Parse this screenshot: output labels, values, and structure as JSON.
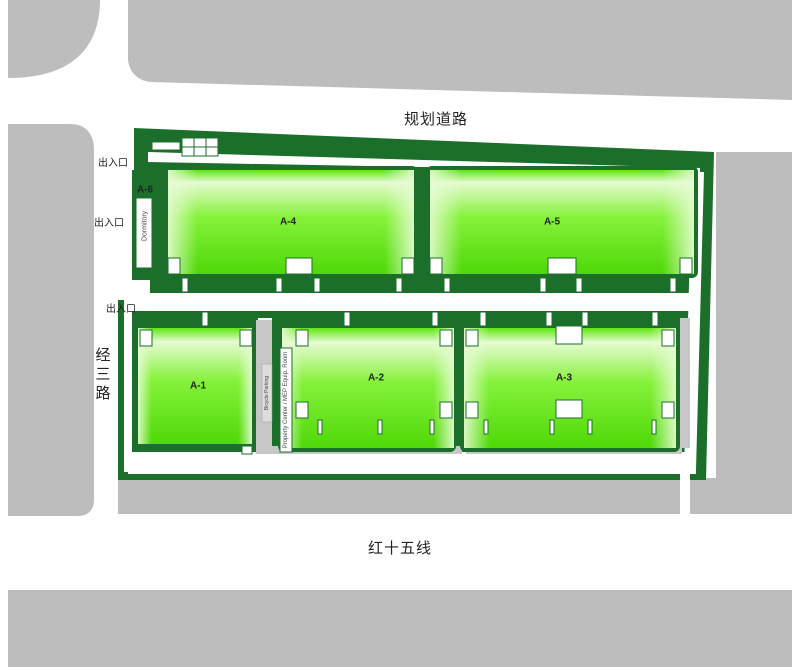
{
  "roads": {
    "north": "规划道路",
    "south": "红十五线",
    "west": "经三路"
  },
  "gates": [
    {
      "id": "gate-north",
      "label": "出入口"
    },
    {
      "id": "gate-middle",
      "label": "出入口"
    },
    {
      "id": "gate-south",
      "label": "出入口"
    }
  ],
  "buildings": {
    "a1": {
      "label": "A-1"
    },
    "a2": {
      "label": "A-2"
    },
    "a3": {
      "label": "A-3"
    },
    "a4": {
      "label": "A-4"
    },
    "a5": {
      "label": "A-5"
    },
    "a6": {
      "label": "A-6",
      "subtitle": "Dormitory"
    }
  },
  "annotations": {
    "property_center": "Property Center / MEP Equip. Room",
    "bicycle_parking": "Bicycle Parking"
  },
  "colors": {
    "road_gray": "#bdbdbd",
    "site_green": "#1b6f2a",
    "building_green_light": "#e8fcd4",
    "building_green": "#66ee14"
  }
}
